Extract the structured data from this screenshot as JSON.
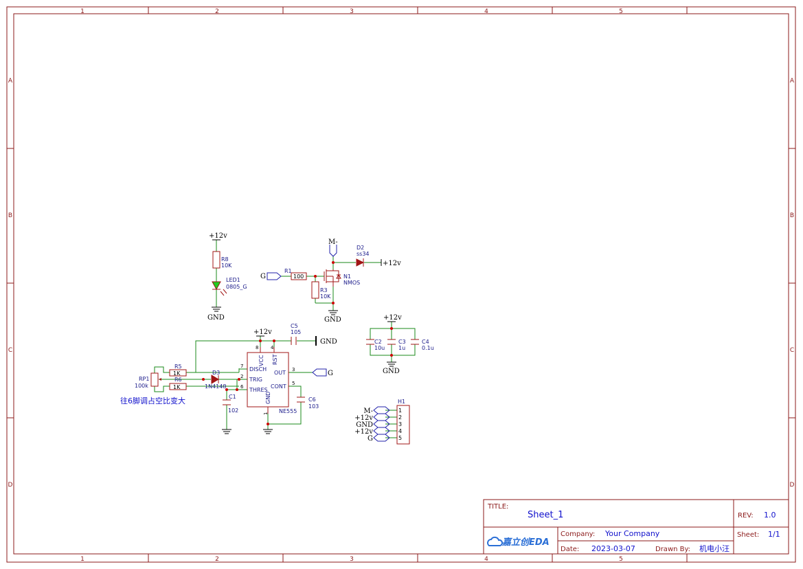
{
  "colors": {
    "frame": "#8b1a1a",
    "wire": "#1a8a1a",
    "component": "#a01515",
    "pin_text": "#1a1a8a",
    "label_blue": "#1010cc",
    "net_port": "#2020aa",
    "power_text": "#000000",
    "junction": "#cc0000",
    "led_fill": "#22cc22",
    "logo": "#2b6fd6"
  },
  "frame": {
    "col_labels": [
      "1",
      "2",
      "3",
      "4",
      "5"
    ],
    "row_labels": [
      "A",
      "B",
      "C",
      "D"
    ]
  },
  "title_block": {
    "title_label": "TITLE:",
    "title_value": "Sheet_1",
    "rev_label": "REV:",
    "rev_value": "1.0",
    "company_label": "Company:",
    "company_value": "Your Company",
    "sheet_label": "Sheet:",
    "sheet_value": "1/1",
    "date_label": "Date:",
    "date_value": "2023-03-07",
    "drawn_label": "Drawn By:",
    "drawn_value": "机电小汪",
    "logo_text": "嘉立创EDA"
  },
  "nets": {
    "plus12v": "+12v",
    "gnd": "GND",
    "m_minus": "M-",
    "g": "G"
  },
  "components": {
    "r8": {
      "ref": "R8",
      "value": "10K"
    },
    "led1": {
      "ref": "LED1",
      "value": "0805_G"
    },
    "r1": {
      "ref": "R1",
      "value": "100"
    },
    "r3": {
      "ref": "R3",
      "value": "10K"
    },
    "n1": {
      "ref": "N1",
      "value": "NMOS"
    },
    "d2": {
      "ref": "D2",
      "value": "ss34"
    },
    "c5": {
      "ref": "C5",
      "value": "105"
    },
    "c2": {
      "ref": "C2",
      "value": "10u"
    },
    "c3": {
      "ref": "C3",
      "value": "1u"
    },
    "c4": {
      "ref": "C4",
      "value": "0.1u"
    },
    "rp1": {
      "ref": "RP1",
      "value": "100k"
    },
    "r5": {
      "ref": "R5",
      "value": "1K"
    },
    "r6": {
      "ref": "R6",
      "value": "1K"
    },
    "d3": {
      "ref": "D3",
      "value": "1N4148"
    },
    "c1": {
      "ref": "C1",
      "value": "102"
    },
    "c6": {
      "ref": "C6",
      "value": "103"
    },
    "u1": {
      "value": "NE555",
      "pins": {
        "vcc": "VCC",
        "rst": "RST",
        "disch": "DISCH",
        "trig": "TRIG",
        "thres": "THRES",
        "out": "OUT",
        "cont": "CONT",
        "gnd": "GND"
      },
      "pin_numbers": {
        "vcc": "8",
        "rst": "4",
        "disch": "7",
        "trig": "2",
        "thres": "6",
        "out": "3",
        "cont": "5",
        "gnd": "1"
      }
    },
    "h1": {
      "ref": "H1",
      "pins": [
        "1",
        "2",
        "3",
        "4",
        "5"
      ],
      "nets": [
        "M-",
        "+12v",
        "GND",
        "+12v",
        "G"
      ]
    }
  },
  "annotation": "往6脚调占空比变大"
}
